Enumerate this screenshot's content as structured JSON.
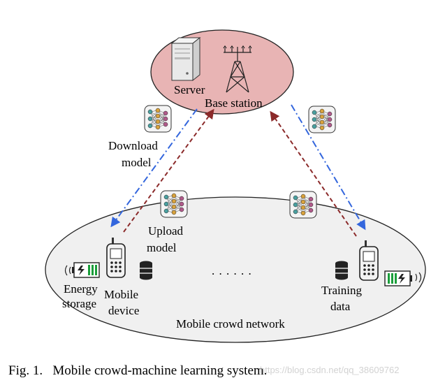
{
  "labels": {
    "server": "Server",
    "base_station": "Base station",
    "download_line1": "Download",
    "download_line2": "model",
    "upload_line1": "Upload",
    "upload_line2": "model",
    "dots": ". . . . . .",
    "energy_line1": "Energy",
    "energy_line2": "storage",
    "mobile_line1": "Mobile",
    "mobile_line2": "device",
    "training_line1": "Training",
    "training_line2": "data",
    "network": "Mobile crowd network"
  },
  "caption": "Fig. 1.   Mobile crowd-machine learning system.",
  "watermark": "https://blog.csdn.net/qq_38609762",
  "colors": {
    "top_ellipse_fill": "#e8b4b4",
    "bottom_ellipse_fill": "#f0f0f0",
    "download_arrow": "#3366dd",
    "upload_arrow": "#8b2a2a",
    "battery_green": "#1a9e3a"
  }
}
